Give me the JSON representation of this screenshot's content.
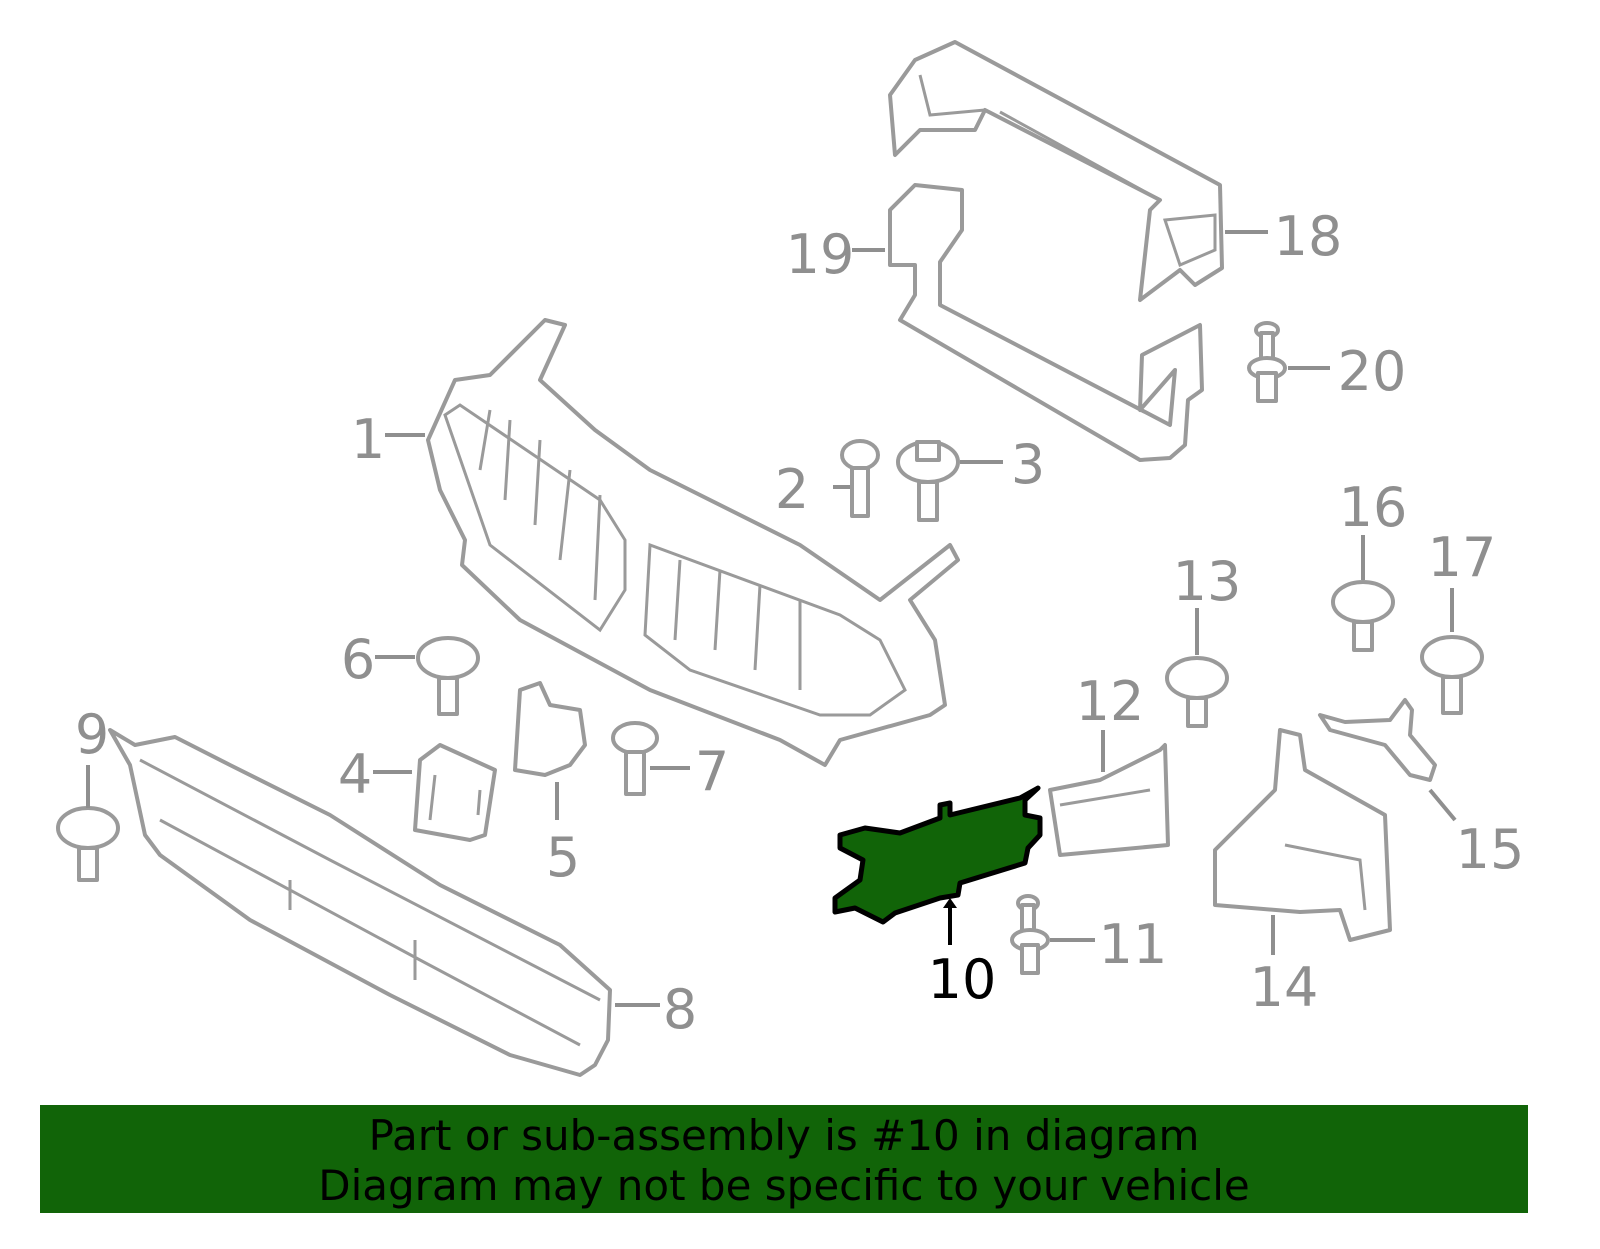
{
  "diagram": {
    "selected_part": "10",
    "highlight_color": "#116408",
    "callouts": [
      "1",
      "2",
      "3",
      "4",
      "5",
      "6",
      "7",
      "8",
      "9",
      "10",
      "11",
      "12",
      "13",
      "14",
      "15",
      "16",
      "17",
      "18",
      "19",
      "20"
    ]
  },
  "banner": {
    "line1": "Part or sub-assembly is #10 in diagram",
    "line2": "Diagram may not be specific to your vehicle"
  }
}
